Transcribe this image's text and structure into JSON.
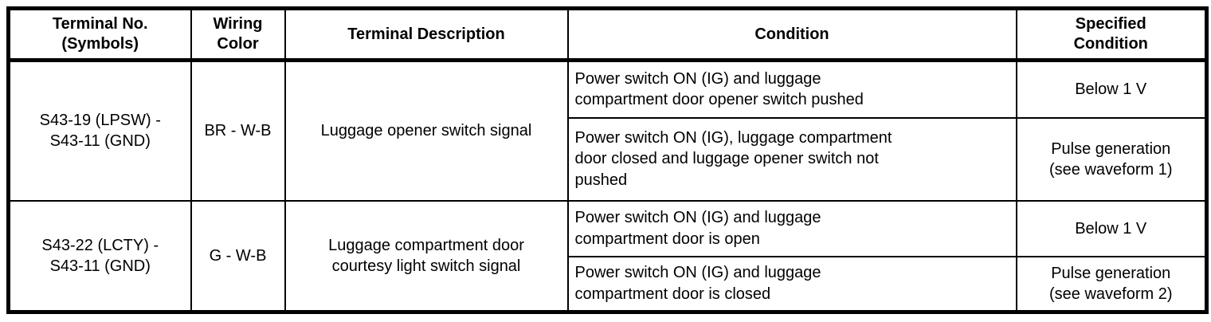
{
  "table": {
    "headers": [
      "Terminal No.\n(Symbols)",
      "Wiring\nColor",
      "Terminal Description",
      "Condition",
      "Specified\nCondition"
    ],
    "rows": [
      {
        "terminal": "S43-19 (LPSW) -\nS43-11 (GND)",
        "wiring_color": "BR - W-B",
        "description": "Luggage opener switch signal",
        "conditions": [
          {
            "condition": "Power switch ON (IG) and luggage\ncompartment door opener switch pushed",
            "specified": "Below 1 V"
          },
          {
            "condition": "Power switch ON (IG), luggage compartment\ndoor closed and luggage opener switch not\npushed",
            "specified": "Pulse generation\n(see waveform 1)"
          }
        ]
      },
      {
        "terminal": "S43-22 (LCTY) -\nS43-11 (GND)",
        "wiring_color": "G - W-B",
        "description": "Luggage compartment door\ncourtesy light switch signal",
        "conditions": [
          {
            "condition": "Power switch ON (IG) and luggage\ncompartment door is open",
            "specified": "Below 1 V"
          },
          {
            "condition": "Power switch ON (IG) and luggage\ncompartment door is closed",
            "specified": "Pulse generation\n(see waveform 2)"
          }
        ]
      }
    ]
  },
  "colors": {
    "border": "#000000",
    "text": "#000000",
    "background": "#ffffff"
  }
}
